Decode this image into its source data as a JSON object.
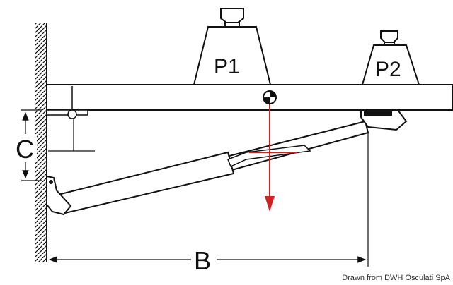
{
  "labels": {
    "weight_1": "P1",
    "weight_2": "P2",
    "dimension_b": "B",
    "dimension_c": "C"
  },
  "credit": "Drawn from DWH Osculati SpA",
  "colors": {
    "outline": "#111111",
    "force_arrow": "#cc2222",
    "fill": "#ffffff"
  }
}
